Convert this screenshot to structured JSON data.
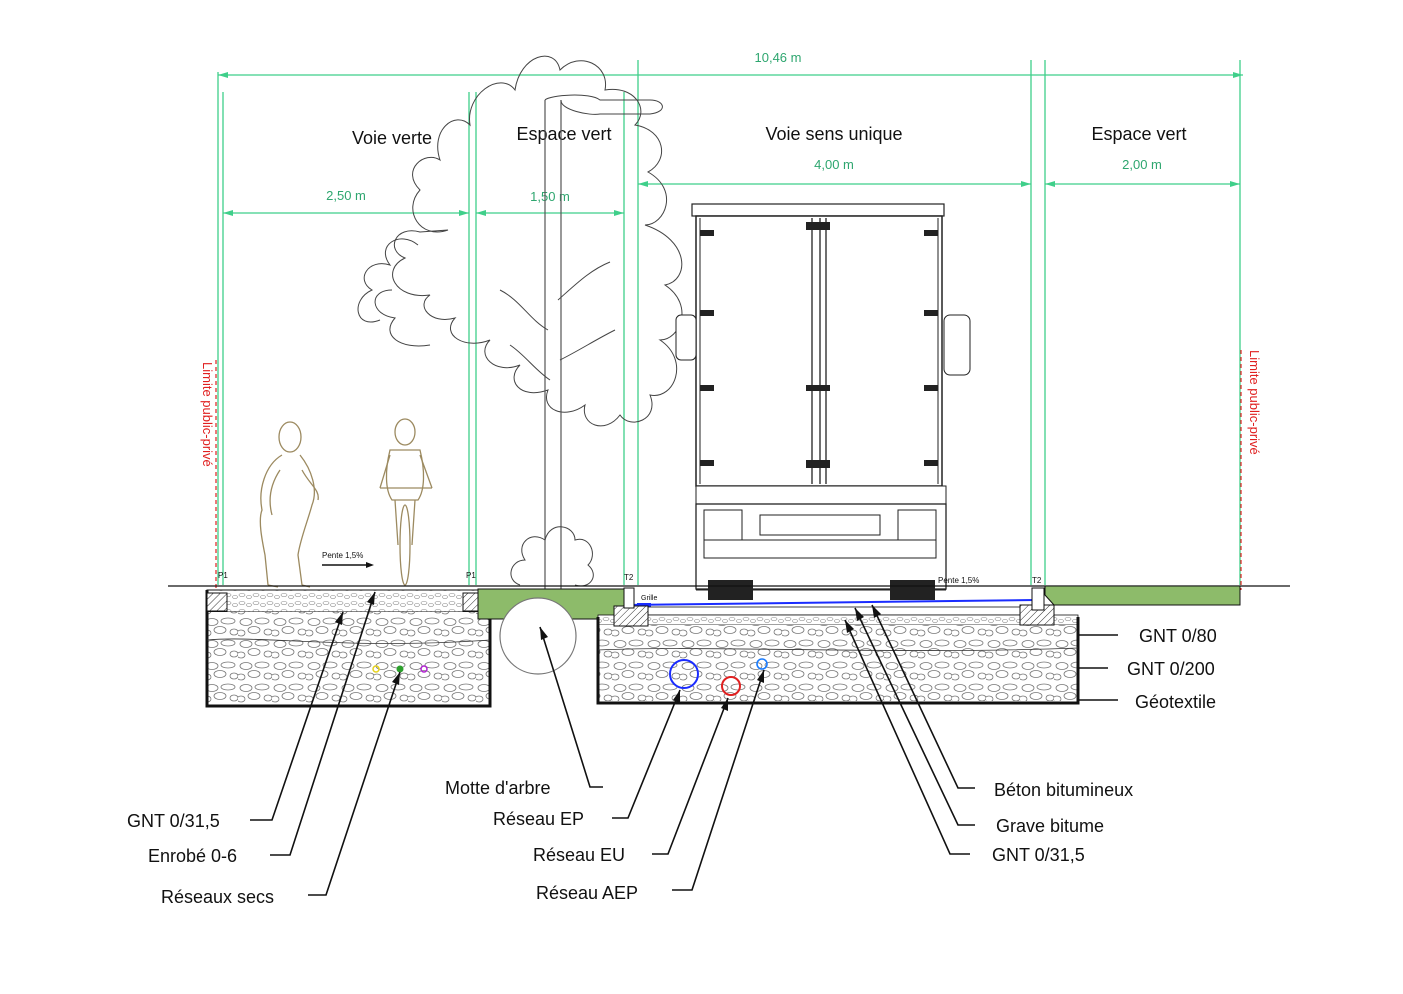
{
  "dimensions": {
    "total": "10,46 m",
    "voie_verte": "2,50 m",
    "espace_vert_left": "1,50 m",
    "voie_sens_unique": "4,00 m",
    "espace_vert_right": "2,00 m"
  },
  "zones": {
    "voie_verte": "Voie verte",
    "espace_vert_left": "Espace vert",
    "voie_sens_unique": "Voie sens unique",
    "espace_vert_right": "Espace vert"
  },
  "limits": {
    "left": "Limite public-privé",
    "right": "Limite public-privé"
  },
  "small_labels": {
    "slope_left": "Pente 1,5%",
    "slope_right": "Pente 1,5%",
    "p1_left": "P1",
    "p1_right": "P1",
    "t2_left": "T2",
    "t2_right": "T2",
    "grille": "Grille"
  },
  "callouts_left": {
    "gnt_0315": "GNT 0/31,5",
    "enrobe": "Enrobé 0-6",
    "reseaux_secs": "Réseaux secs"
  },
  "callouts_center": {
    "motte": "Motte d'arbre",
    "ep": "Réseau EP",
    "eu": "Réseau EU",
    "aep": "Réseau AEP"
  },
  "callouts_right": {
    "beton": "Béton bitumineux",
    "grave": "Grave bitume",
    "gnt_0315": "GNT 0/31,5"
  },
  "layers_right": {
    "gnt_080": "GNT 0/80",
    "gnt_0200": "GNT 0/200",
    "geotextile": "Géotextile"
  },
  "colors": {
    "dimension": "#3fcf8a",
    "grass": "#8dbb6a",
    "limit": "#e02020",
    "pipe_ep": "#1a2cff",
    "pipe_eu": "#e02020",
    "pipe_aep": "#1a7cff"
  }
}
